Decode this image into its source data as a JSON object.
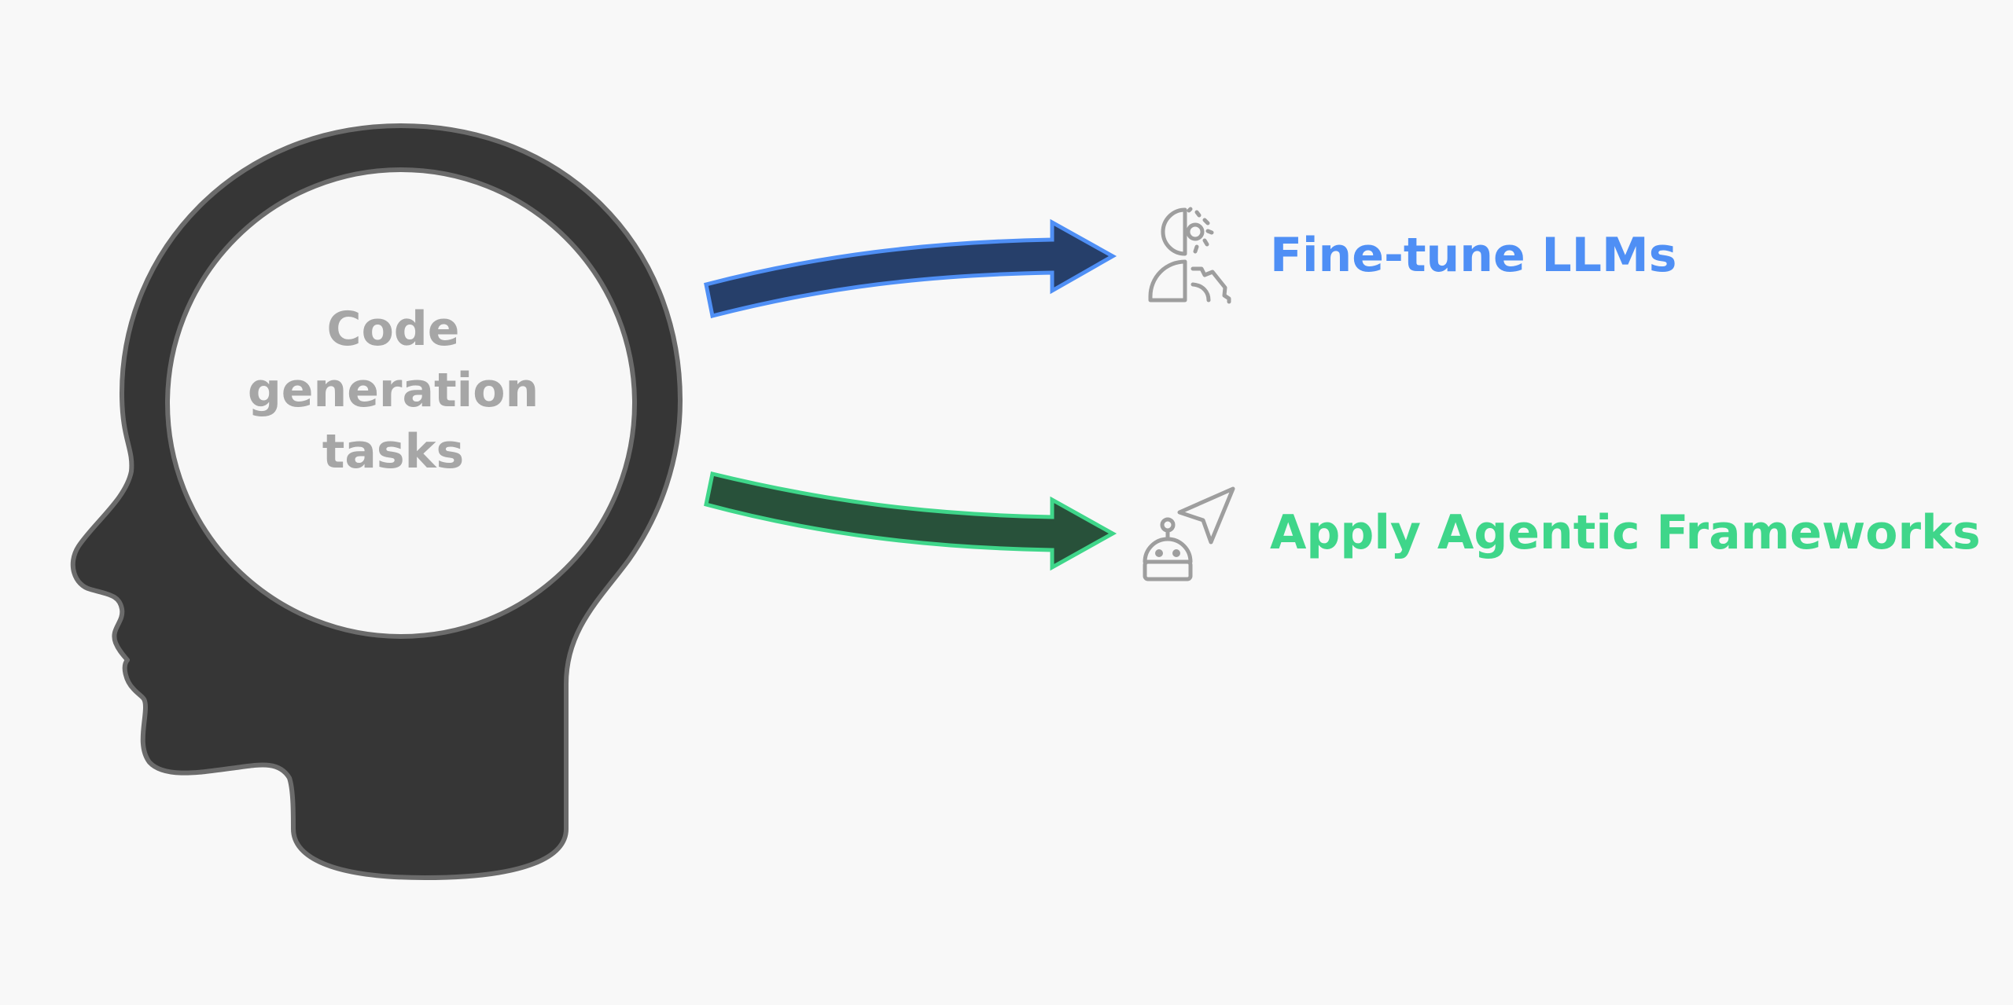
{
  "head": {
    "lines": [
      "Code",
      "generation",
      "tasks"
    ]
  },
  "branches": [
    {
      "label": "Fine-tune LLMs",
      "icon": "ai-gear-head-icon",
      "color": "#4f8ff5",
      "arrow_fill": "#263f6a"
    },
    {
      "label": "Apply Agentic Frameworks",
      "icon": "robot-cursor-icon",
      "color": "#3fd68a",
      "arrow_fill": "#28513a"
    }
  ],
  "colors": {
    "background": "#f8f8f8",
    "head_fill": "#363636",
    "head_stroke": "#6b6b6b",
    "icon_stroke": "#9e9e9e",
    "head_text": "#a6a6a6"
  }
}
